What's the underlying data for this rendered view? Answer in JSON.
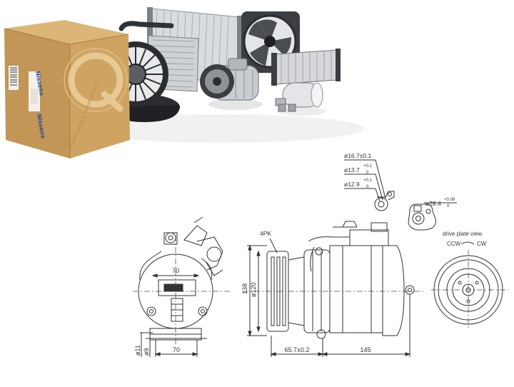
{
  "box": {
    "brand_side": "Nissens",
    "brand_front": "Nissens",
    "tagline": "Engine Cooling & Climate Control",
    "colors": {
      "cardboard": "#cfa463",
      "cardboard_dark": "#a97c3f",
      "brand_blue": "#2b4a8f"
    }
  },
  "products": {
    "icons": [
      "radiator-icon",
      "evaporator-icon",
      "blower-motor-icon",
      "cooling-fan-icon",
      "compressor-icon",
      "heater-core-icon",
      "receiver-drier-icon"
    ]
  },
  "drawing": {
    "connector_dims": {
      "d1": "ø16.7±0.1",
      "d2": "ø13.7",
      "d2_tol": "+0.1",
      "d2_tol_lo": "0",
      "d3": "ø12.9",
      "d3_tol": "+0.1",
      "d3_tol_lo": "0",
      "d4": "ø28.4",
      "d4_tol": "+0.08",
      "d4_tol_lo": "0"
    },
    "pulley_label": "4PK",
    "front_view": {
      "dim_70_top": "70",
      "dim_70_bottom": "70",
      "dim_11": "ø11",
      "dim_9": "ø9"
    },
    "side_view": {
      "dim_138": "138",
      "dim_120": "ø120",
      "dim_65": "65.7±0.2",
      "dim_145": "145"
    },
    "drive_plate": {
      "title": "drive plate view",
      "ccw": "CCW",
      "cw": "CW"
    },
    "colors": {
      "line": "#333333",
      "light": "#777777"
    }
  }
}
